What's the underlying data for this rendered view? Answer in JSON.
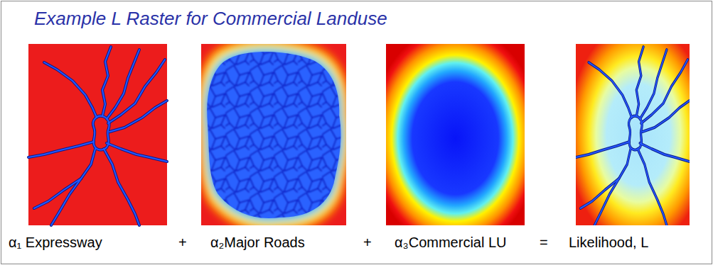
{
  "diagram": {
    "title": "Example L Raster for Commercial Landuse",
    "labels": [
      "α₁ Expressway",
      "+",
      "α₂Major Roads",
      "+",
      "α₃Commercial LU",
      "=",
      "Likelihood, L"
    ]
  }
}
